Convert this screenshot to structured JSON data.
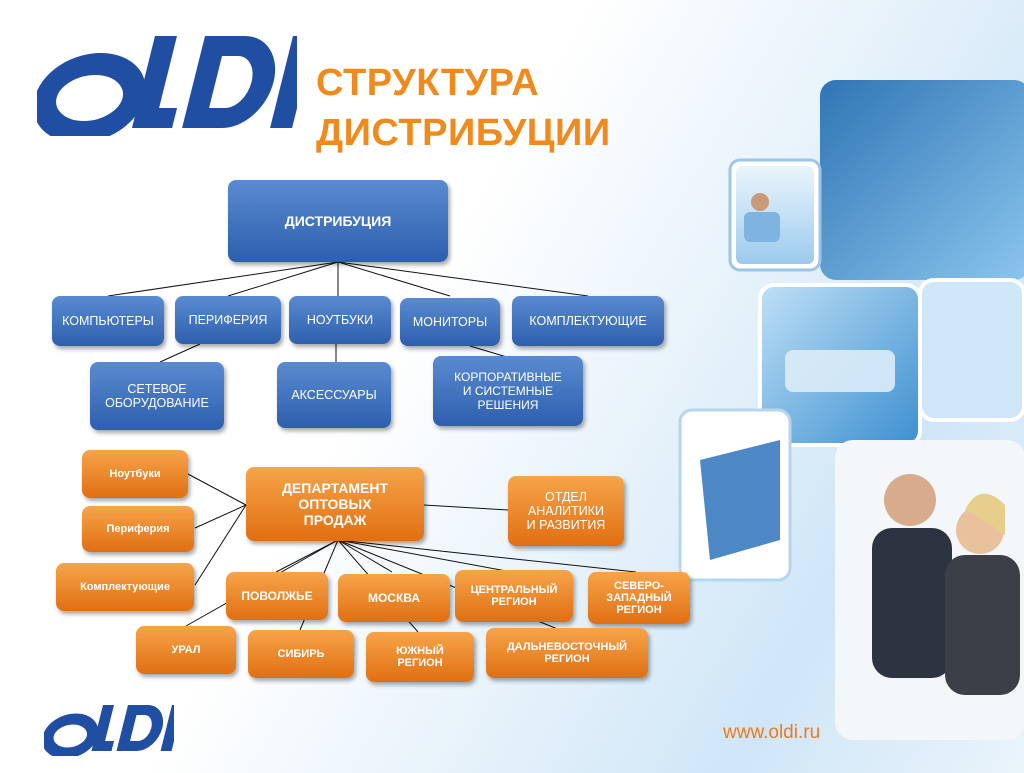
{
  "title": {
    "line1": "СТРУКТУРА",
    "line2": "ДИСТРИБУЦИИ"
  },
  "logo": {
    "text": "OLDI",
    "color": "#1f4ea3"
  },
  "url": "www.oldi.ru",
  "colors": {
    "title": "#f18a1c",
    "blue_box": "#3a6ebd",
    "orange_box": "#ee7d1c"
  },
  "distribution": {
    "root": "ДИСТРИБУЦИЯ",
    "categories": [
      "КОМПЬЮТЕРЫ",
      "ПЕРИФЕРИЯ",
      "НОУТБУКИ",
      "МОНИТОРЫ",
      "КОМПЛЕКТУЮЩИЕ"
    ],
    "subcategories": [
      "СЕТЕВОЕ\nОБОРУДОВАНИЕ",
      "АКСЕССУАРЫ",
      "КОРПОРАТИВНЫЕ\nИ СИСТЕМНЫЕ\nРЕШЕНИЯ"
    ]
  },
  "wholesale": {
    "root": "ДЕПАРТАМЕНТ\nОПТОВЫХ\nПРОДАЖ",
    "left": [
      "Ноутбуки",
      "Периферия",
      "Комплектующие"
    ],
    "analytics": "ОТДЕЛ\nАНАЛИТИКИ\nИ РАЗВИТИЯ",
    "regions_top": [
      "ПОВОЛЖЬЕ",
      "МОСКВА",
      "ЦЕНТРАЛЬНЫЙ\nРЕГИОН",
      "СЕВЕРО-\nЗАПАДНЫЙ\nРЕГИОН"
    ],
    "regions_bottom": [
      "УРАЛ",
      "СИБИРЬ",
      "ЮЖНЫЙ\nРЕГИОН",
      "ДАЛЬНЕВОСТОЧНЫЙ\nРЕГИОН"
    ]
  }
}
